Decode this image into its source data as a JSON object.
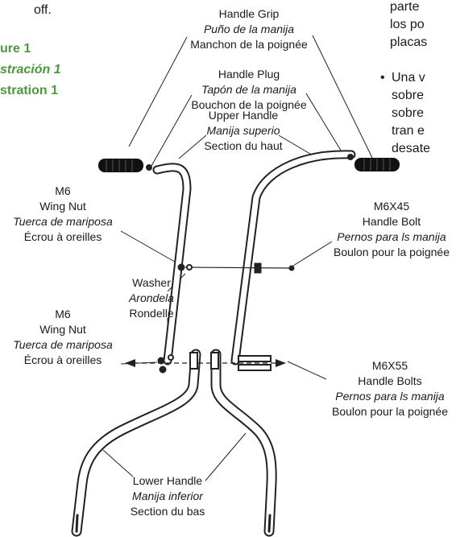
{
  "top_fragment": "off.",
  "figure_heading": {
    "en": "ure 1",
    "es": "stración 1",
    "fr": "stration 1"
  },
  "spanish_text": {
    "line1": "parte",
    "line2": "los po",
    "line3": "placas",
    "bullet": "•",
    "line4": "Una v",
    "line5": "sobre",
    "line6": "sobre",
    "line7": "tran e",
    "line8": "desate"
  },
  "labels": {
    "handle_grip": {
      "en": "Handle Grip",
      "es": "Puño de la manija",
      "fr": "Manchon de la poignée"
    },
    "handle_plug": {
      "en": "Handle Plug",
      "es": "Tapón de la manija",
      "fr": "Bouchon de la poignée"
    },
    "upper_handle": {
      "en": "Upper Handle",
      "es": "Manija superio",
      "fr": "Section du haut"
    },
    "wing_nut_top": {
      "size": "M6",
      "en": "Wing Nut",
      "es": "Tuerca de mariposa",
      "fr": "Écrou à oreilles"
    },
    "washer": {
      "en": "Washer",
      "es": "Arondela",
      "fr": "Rondelle"
    },
    "wing_nut_bottom": {
      "size": "M6",
      "en": "Wing Nut",
      "es": "Tuerca de mariposa",
      "fr": "Écrou à oreilles"
    },
    "handle_bolt": {
      "size": "M6X45",
      "en": "Handle Bolt",
      "es": "Pernos para ls manija",
      "fr": "Boulon pour la poignée"
    },
    "handle_bolts": {
      "size": "M6X55",
      "en": "Handle Bolts",
      "es": "Pernos para ls manija",
      "fr": "Boulon pour la poignée"
    },
    "lower_handle": {
      "en": "Lower Handle",
      "es": "Manija inferior",
      "fr": "Section du bas"
    }
  }
}
